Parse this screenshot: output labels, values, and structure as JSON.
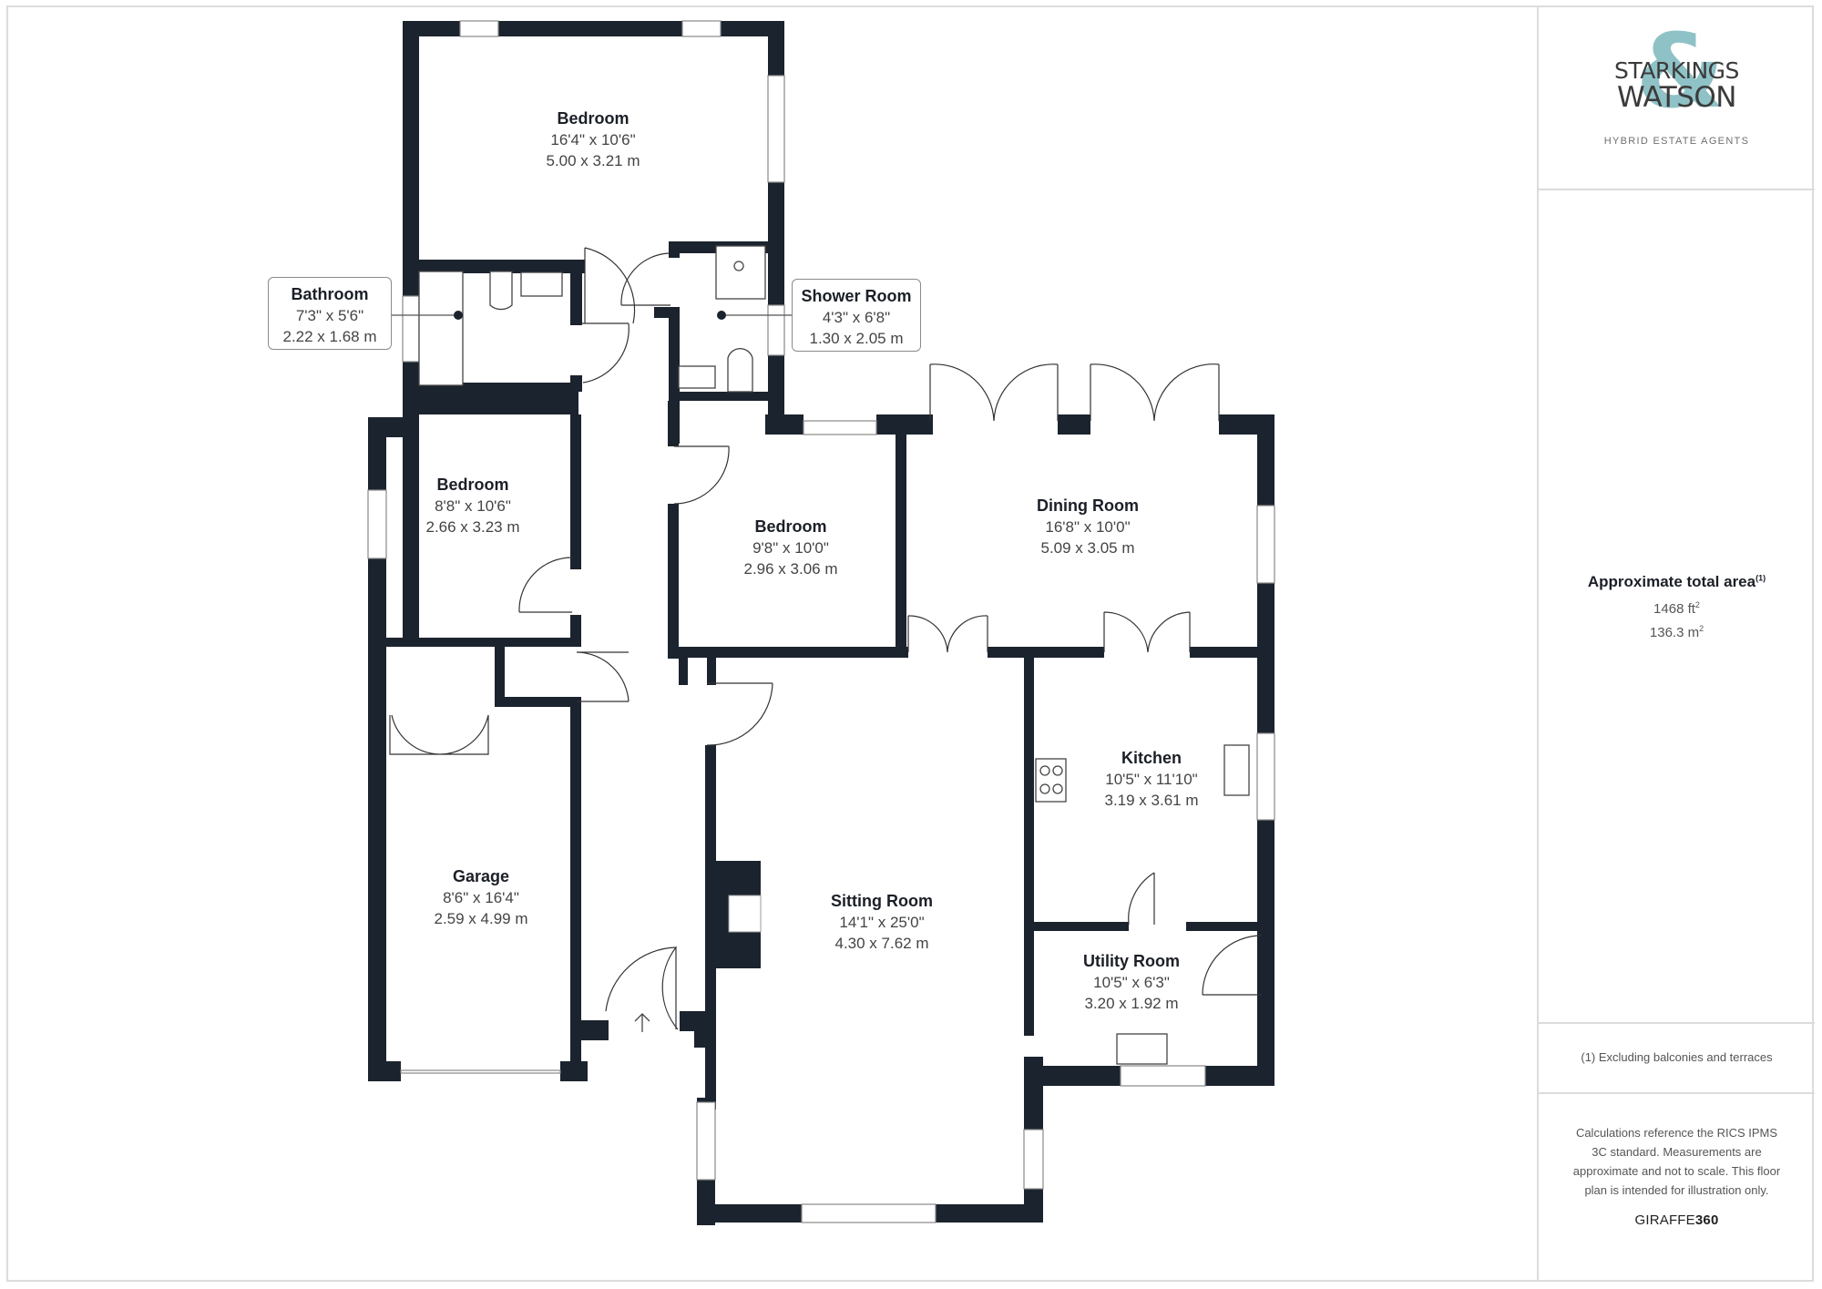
{
  "brand": {
    "name_line1": "STARKINGS",
    "name_line2": "WATSON",
    "ampersand": "&",
    "tagline": "HYBRID ESTATE AGENTS",
    "accent_color": "#8fc2c7"
  },
  "summary": {
    "title": "Approximate total area",
    "title_footnote": "(1)",
    "area_sqft": "1468 ft",
    "area_sqft_sup": "2",
    "area_sqm": "136.3 m",
    "area_sqm_sup": "2",
    "footnote": "(1) Excluding balconies and terraces",
    "disclaimer": "Calculations reference the RICS IPMS 3C standard. Measurements are approximate and not to scale. This floor plan is intended for illustration only.",
    "provider_a": "GIRAFFE",
    "provider_b": "360"
  },
  "colors": {
    "wall": "#1b232e",
    "frame": "#dcdcdc"
  },
  "rooms": [
    {
      "name": "Bedroom",
      "imperial": "16'4\" x 10'6\"",
      "metric": "5.00 x 3.21 m"
    },
    {
      "name": "Bathroom",
      "imperial": "7'3\" x 5'6\"",
      "metric": "2.22 x 1.68 m"
    },
    {
      "name": "Shower Room",
      "imperial": "4'3\" x 6'8\"",
      "metric": "1.30 x 2.05 m"
    },
    {
      "name": "Bedroom",
      "imperial": "8'8\" x 10'6\"",
      "metric": "2.66 x 3.23 m"
    },
    {
      "name": "Bedroom",
      "imperial": "9'8\" x 10'0\"",
      "metric": "2.96 x 3.06 m"
    },
    {
      "name": "Dining Room",
      "imperial": "16'8\" x 10'0\"",
      "metric": "5.09 x 3.05 m"
    },
    {
      "name": "Kitchen",
      "imperial": "10'5\" x 11'10\"",
      "metric": "3.19 x 3.61 m"
    },
    {
      "name": "Garage",
      "imperial": "8'6\" x 16'4\"",
      "metric": "2.59 x 4.99 m"
    },
    {
      "name": "Sitting Room",
      "imperial": "14'1\" x 25'0\"",
      "metric": "4.30 x 7.62 m"
    },
    {
      "name": "Utility Room",
      "imperial": "10'5\" x 6'3\"",
      "metric": "3.20 x 1.92 m"
    }
  ],
  "entrance_icon": "arrow-up-icon"
}
